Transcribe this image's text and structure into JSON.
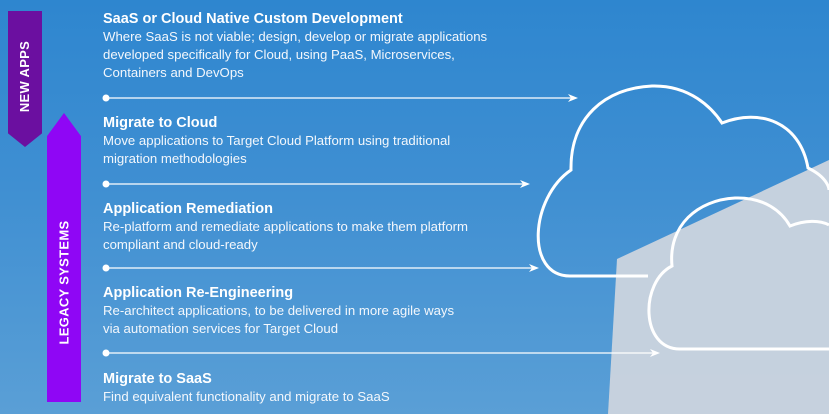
{
  "categories": {
    "new_apps": {
      "label": "NEW APPS",
      "color": "#6b0fa0"
    },
    "legacy_systems": {
      "label": "LEGACY SYSTEMS",
      "color": "#8f06f5"
    }
  },
  "items": [
    {
      "title": "SaaS or Cloud Native Custom Development",
      "desc": [
        "Where SaaS is not viable; design, develop or migrate applications",
        "developed specifically for Cloud, using PaaS, Microservices,",
        "Containers and DevOps"
      ]
    },
    {
      "title": "Migrate to Cloud",
      "desc": [
        "Move applications to Target Cloud Platform using traditional",
        "migration methodologies"
      ]
    },
    {
      "title": "Application Remediation",
      "desc": [
        "Re-platform and remediate applications to make them platform",
        "compliant and cloud-ready"
      ]
    },
    {
      "title": "Application Re-Engineering",
      "desc": [
        "Re-architect applications, to be delivered in more agile ways",
        "via automation services for Target Cloud"
      ]
    },
    {
      "title": "Migrate to SaaS",
      "desc": [
        "Find equivalent functionality and migrate to SaaS"
      ]
    }
  ],
  "icons": {
    "cloud_large": "cloud-outline-icon",
    "cloud_small": "cloud-outline-icon",
    "arrow": "arrow-right-icon"
  },
  "colors": {
    "sky": "#3a8bd0",
    "wall": "#c9d3de",
    "text": "#ffffff"
  }
}
